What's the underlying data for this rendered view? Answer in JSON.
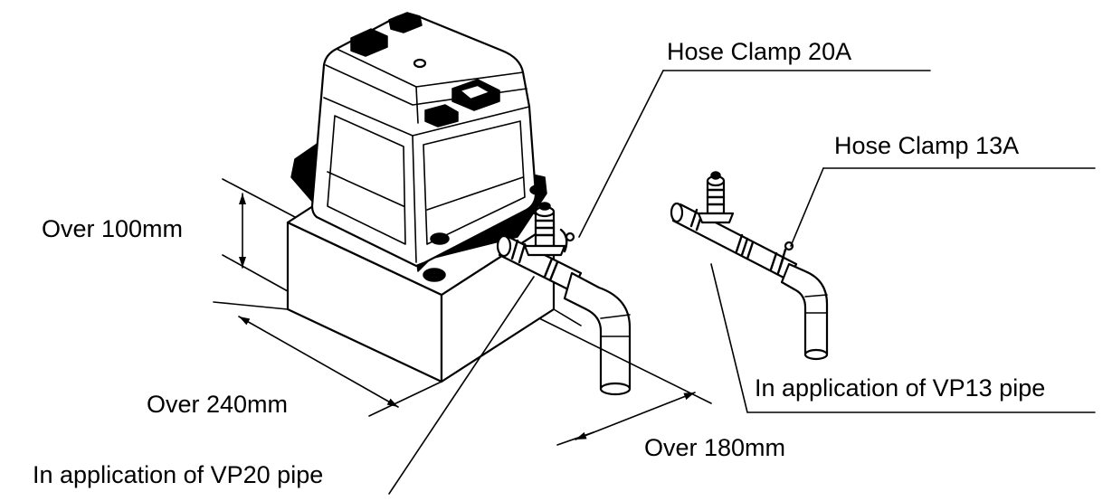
{
  "labels": {
    "hose_clamp_20a": "Hose Clamp 20A",
    "hose_clamp_13a": "Hose Clamp 13A",
    "over_100": "Over 100mm",
    "over_240": "Over 240mm",
    "over_180": "Over 180mm",
    "vp13": "In application of VP13 pipe",
    "vp20": "In application of VP20 pipe"
  }
}
